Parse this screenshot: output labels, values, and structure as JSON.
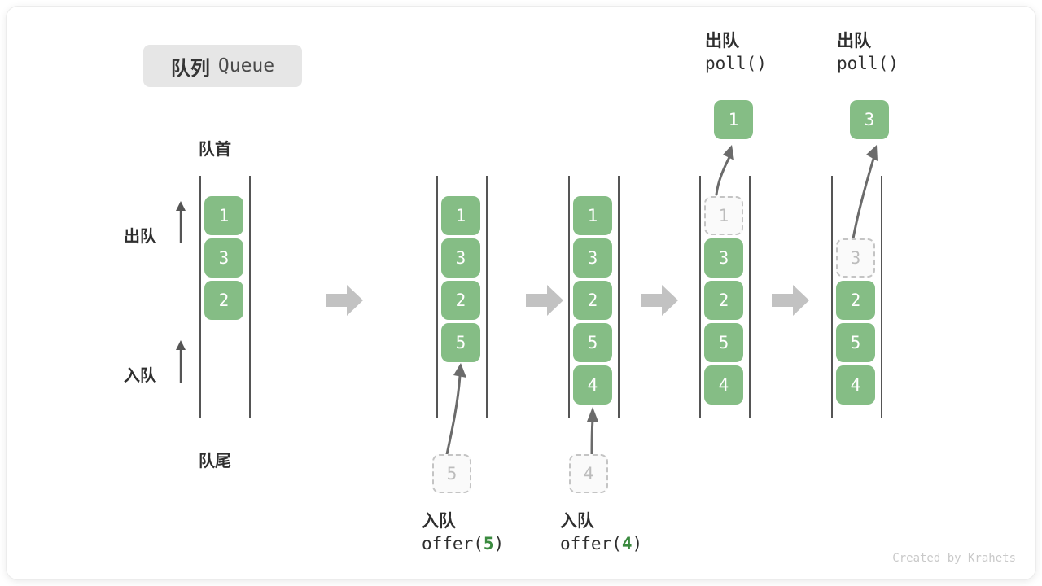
{
  "title": {
    "cn": "队列",
    "en": "Queue"
  },
  "labels": {
    "head": "队首",
    "tail": "队尾",
    "dequeue": "出队",
    "enqueue": "入队"
  },
  "credit": "Created by Krahets",
  "colors": {
    "element_fill": "#85bd85",
    "element_text": "#ffffff",
    "ghost_border": "#c4c4c4",
    "ghost_text": "#bcbcbc",
    "rail": "#555555",
    "step_arrow": "#c2c2c2",
    "badge_bg": "#e6e6e6",
    "highlight": "#3a8a3f",
    "text": "#2f2f2f"
  },
  "operations": [
    {
      "id": "offer5",
      "line1": "入队",
      "prefix": "offer(",
      "value": "5",
      "suffix": ")",
      "ghost": "5"
    },
    {
      "id": "offer4",
      "line1": "入队",
      "prefix": "offer(",
      "value": "4",
      "suffix": ")",
      "ghost": "4"
    },
    {
      "id": "poll1",
      "line1": "出队",
      "prefix": "poll(",
      "value": "",
      "suffix": ")",
      "popped": "1"
    },
    {
      "id": "poll3",
      "line1": "出队",
      "prefix": "poll(",
      "value": "",
      "suffix": ")",
      "popped": "3"
    }
  ],
  "states": [
    {
      "id": "state-1",
      "items": [
        "1",
        "3",
        "2"
      ],
      "ghost_top": null,
      "ghost_top_slot": 0
    },
    {
      "id": "state-2",
      "items": [
        "1",
        "3",
        "2",
        "5"
      ],
      "ghost_top": null,
      "ghost_top_slot": 0
    },
    {
      "id": "state-3",
      "items": [
        "1",
        "3",
        "2",
        "5",
        "4"
      ],
      "ghost_top": null,
      "ghost_top_slot": 0
    },
    {
      "id": "state-4",
      "items": [
        "3",
        "2",
        "5",
        "4"
      ],
      "ghost_top": "1",
      "ghost_top_slot": 0
    },
    {
      "id": "state-5",
      "items": [
        "2",
        "5",
        "4"
      ],
      "ghost_top": "3",
      "ghost_top_slot": 1
    }
  ],
  "popped": [
    {
      "id": "popped-1",
      "value": "1"
    },
    {
      "id": "popped-2",
      "value": "3"
    }
  ],
  "step_arrows": [
    "step-arrow-1",
    "step-arrow-2",
    "step-arrow-3",
    "step-arrow-4"
  ]
}
